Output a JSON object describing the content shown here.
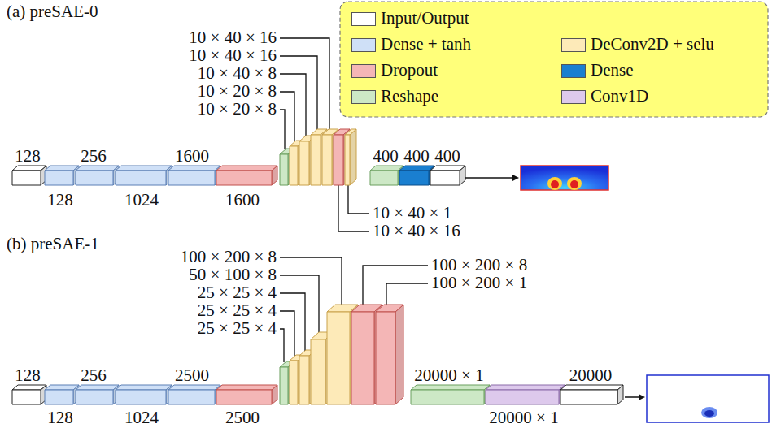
{
  "diagram": {
    "labels": [
      "(a) preSAE-0",
      "10 × 40 × 16",
      "10 × 40 × 16",
      "10 × 40 × 8",
      "10 × 20 × 8",
      "10 × 20 × 8",
      "128",
      "256",
      "1600",
      "400",
      "400",
      "400",
      "128",
      "1024",
      "1600",
      "10 × 40 × 1",
      "10 × 40 × 16",
      "(b) preSAE-1",
      "100 × 200 × 8",
      "50 × 100 × 8",
      "25 × 25 × 4",
      "25 × 25 × 4",
      "25 × 25 × 4",
      "100 × 200 × 8",
      "100 × 200 × 1",
      "128",
      "256",
      "2500",
      "20000 × 1",
      "20000",
      "128",
      "1024",
      "2500",
      "20000 × 1"
    ],
    "legend": [
      {
        "text": "Input/Output",
        "color": "#ffffff"
      },
      {
        "text": "Dense + tanh",
        "color": "#cfe0f7"
      },
      {
        "text": "DeConv2D + selu",
        "color": "#fdeab8"
      },
      {
        "text": "Dropout",
        "color": "#f4b6b6"
      },
      {
        "text": "Dense",
        "color": "#1a7fd0"
      },
      {
        "text": "Reshape",
        "color": "#cde8c6"
      },
      {
        "text": "Conv1D",
        "color": "#ddc9ec"
      }
    ]
  }
}
